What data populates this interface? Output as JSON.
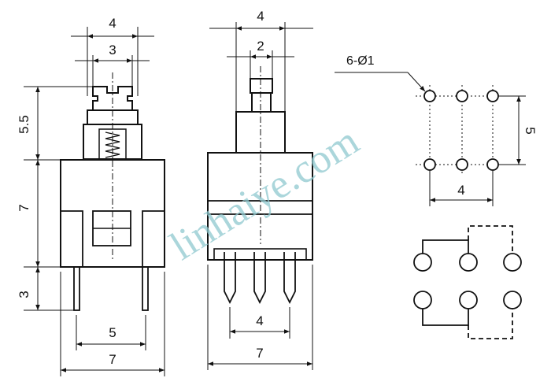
{
  "side_view": {
    "top_outer": "4",
    "top_inner": "3",
    "height_stem": "5.5",
    "height_body": "7",
    "height_pin": "3",
    "pin_pitch": "5",
    "body_width": "7"
  },
  "front_view": {
    "top_outer": "4",
    "top_inner": "2",
    "pin_pitch": "4",
    "body_width": "7"
  },
  "pcb_layout": {
    "hole_label": "6-Ø1",
    "row_spacing": "5",
    "col_spacing": "4"
  },
  "watermark": "linhaiye.com",
  "colors": {
    "line": "#111111",
    "watermark": "#8fc9cf"
  }
}
